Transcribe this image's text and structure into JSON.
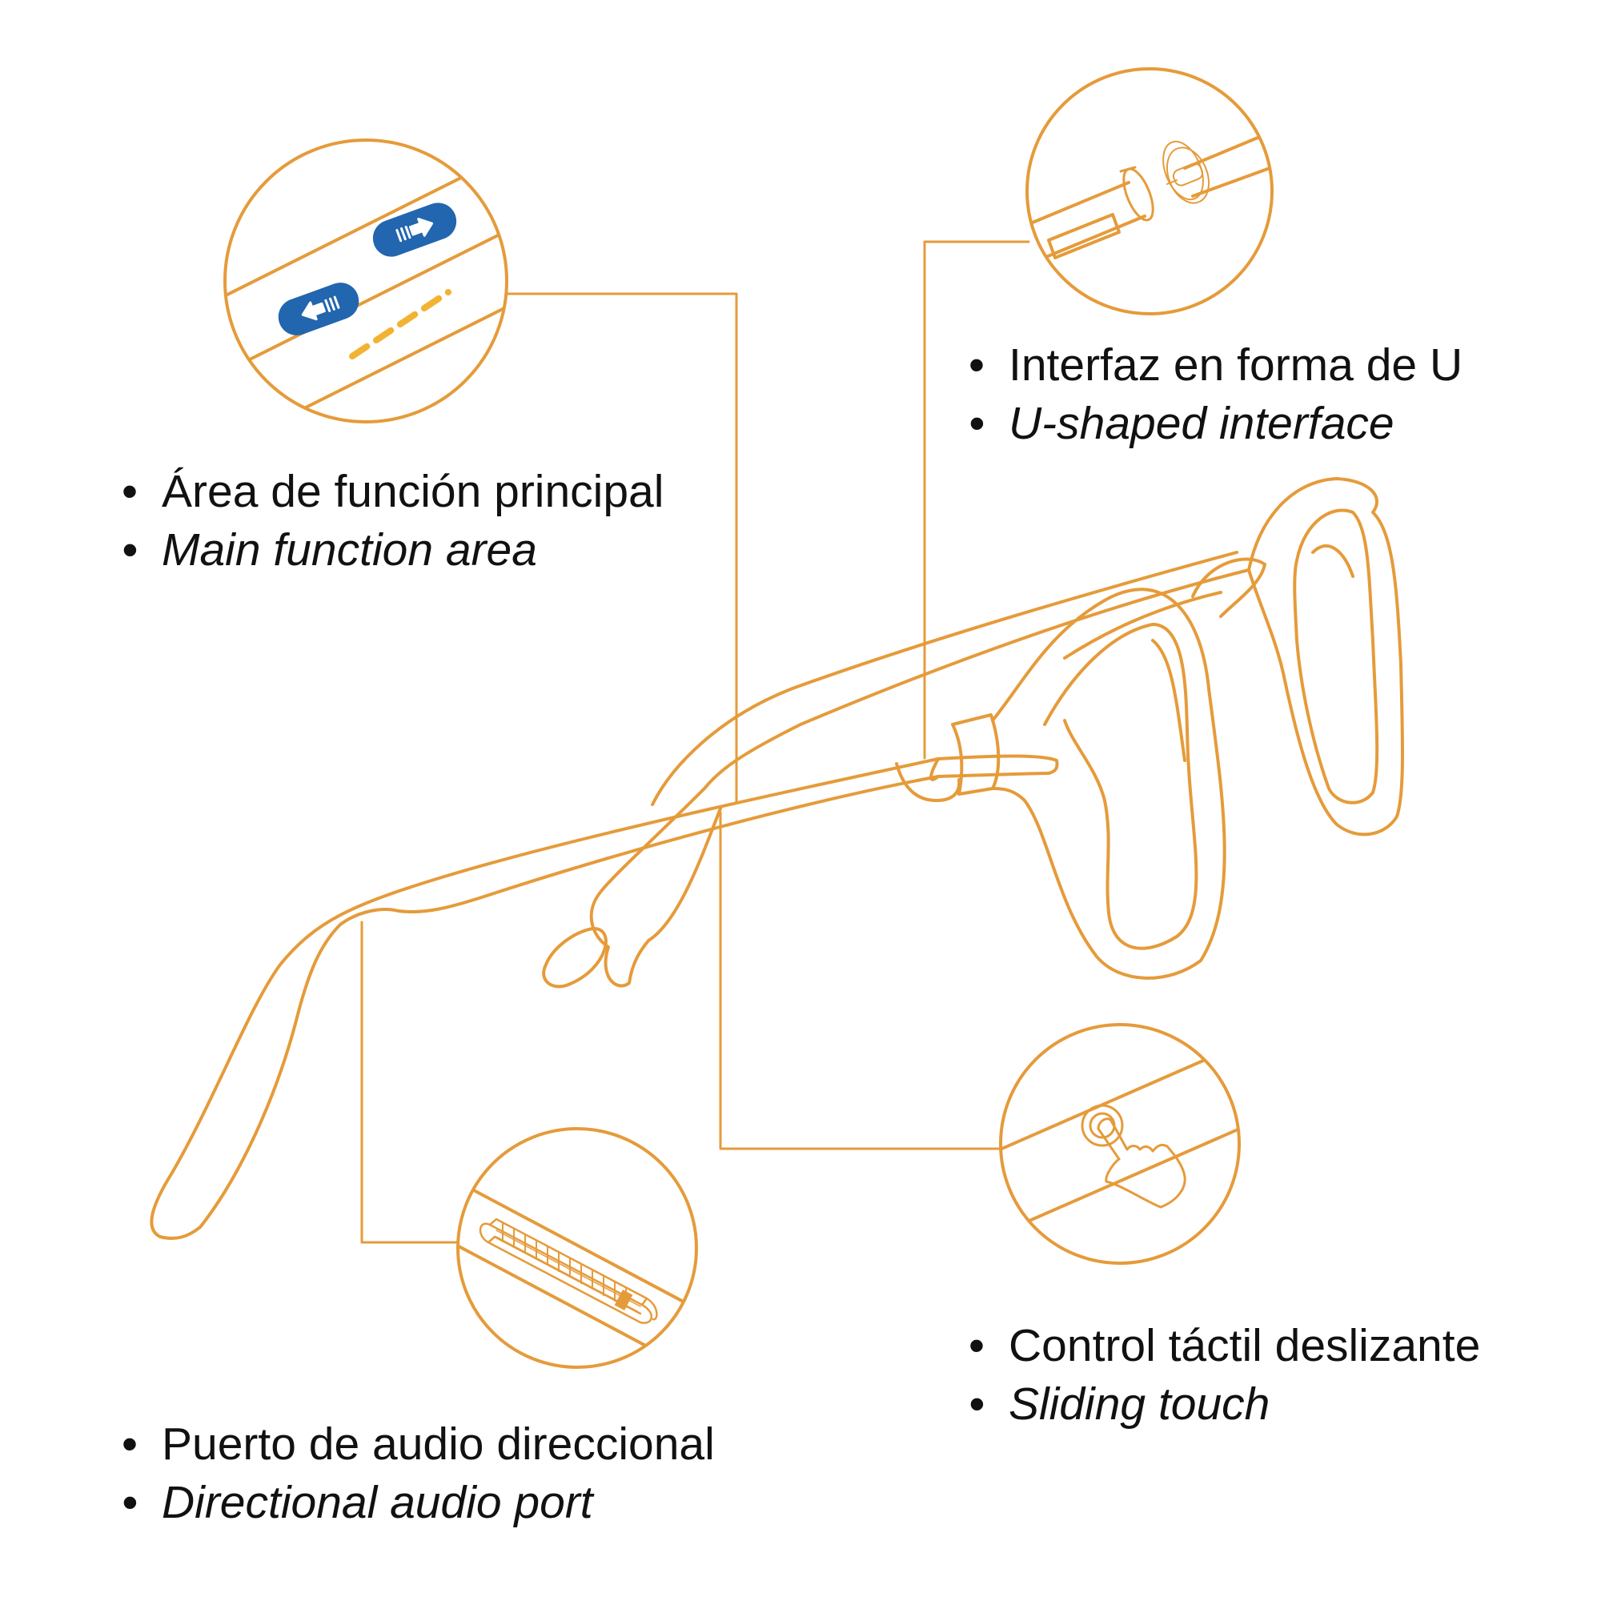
{
  "colors": {
    "line": "#E59B3A",
    "dash": "#F2B233",
    "button_blue": "#2166AE",
    "text": "#111111",
    "background": "#FFFFFF"
  },
  "callouts": {
    "main_function": {
      "es": "Área de función principal",
      "en": "Main function area",
      "icon": "swipe-arrows-icon"
    },
    "u_interface": {
      "es": "Interfaz en forma de U",
      "en": "U-shaped interface",
      "icon": "u-connector-icon"
    },
    "touch": {
      "es": "Control táctil deslizante",
      "en": "Sliding touch",
      "icon": "touch-hand-icon"
    },
    "audio": {
      "es": "Puerto de audio direccional",
      "en": "Directional audio port",
      "icon": "speaker-grille-icon"
    }
  },
  "bullet": "•"
}
